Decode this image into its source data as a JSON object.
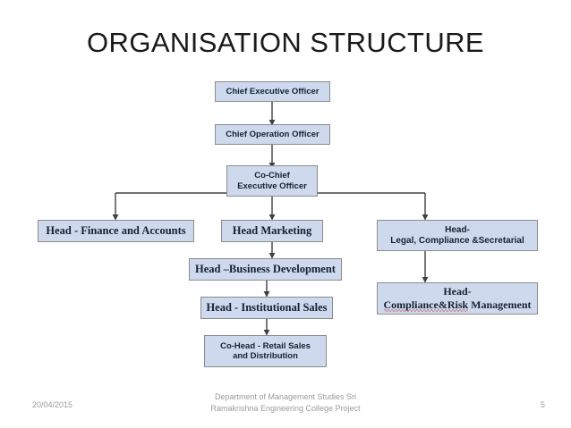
{
  "slide": {
    "title": "ORGANISATION STRUCTURE",
    "colors": {
      "box_fill": "#cdd9ec",
      "box_border": "#8c8c8c",
      "connector": "#404040",
      "text": "#152233",
      "footer_text": "#9a9a9a",
      "spellcheck_underline": "#d23b3b"
    }
  },
  "org_chart": {
    "nodes": {
      "ceo": {
        "line1": "Chief Executive Officer"
      },
      "coo": {
        "line1": "Chief Operation Officer"
      },
      "co_chief": {
        "line1": "Co-Chief",
        "line2": "Executive Officer"
      },
      "head_finance": {
        "line1": "Head - Finance and Accounts"
      },
      "head_marketing": {
        "line1": "Head Marketing"
      },
      "head_legal": {
        "line1": "Head-",
        "line2": "Legal, Compliance &Secretarial"
      },
      "head_business_dev": {
        "line1": "Head –Business Development"
      },
      "head_compliance_risk": {
        "line1": "Head-",
        "line2a": "Compliance&Risk",
        "line2b": " Management"
      },
      "head_institutional_sales": {
        "line1": "Head - Institutional Sales"
      },
      "cohead_retail": {
        "line1": "Co-Head - Retail Sales",
        "line2": "and Distribution"
      }
    }
  },
  "footer": {
    "date": "20/04/2015",
    "center_line1": "Department of Management Studies Sri",
    "center_line2": "Ramakrishna Engineering College Project",
    "page_number": "5"
  }
}
